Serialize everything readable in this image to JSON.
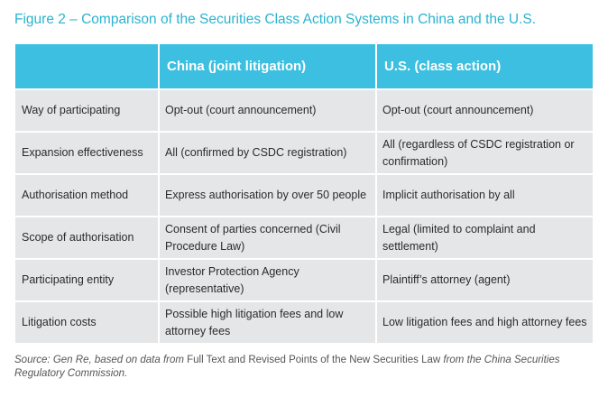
{
  "figure_title": "Figure 2 – Comparison of the Securities Class Action Systems in China and the U.S.",
  "table": {
    "headers": [
      "",
      "China (joint litigation)",
      "U.S. (class action)"
    ],
    "rows": [
      [
        "Way of participating",
        "Opt-out (court announcement)",
        "Opt-out (court announcement)"
      ],
      [
        "Expansion effectiveness",
        "All (confirmed by CSDC registration)",
        "All (regardless of CSDC registration or confirmation)"
      ],
      [
        "Authorisation method",
        "Express authorisation by over 50 people",
        "Implicit authorisation by all"
      ],
      [
        "Scope of authorisation",
        "Consent of parties concerned (Civil Procedure Law)",
        "Legal (limited to complaint and settlement)"
      ],
      [
        "Participating entity",
        "Investor Protection Agency (representative)",
        "Plaintiff’s attorney (agent)"
      ],
      [
        "Litigation costs",
        "Possible high litigation fees and low attorney fees",
        "Low litigation fees and high attorney fees"
      ]
    ]
  },
  "source": {
    "prefix": "Source: Gen Re, based on data from ",
    "doc": "Full Text and Revised Points of the New Securities Law",
    "suffix": " from the China Securities Regulatory Commission."
  },
  "colors": {
    "title": "#2ab3cf",
    "header_bg": "#3cbfe0",
    "row_bg": "#e5e6e7"
  }
}
